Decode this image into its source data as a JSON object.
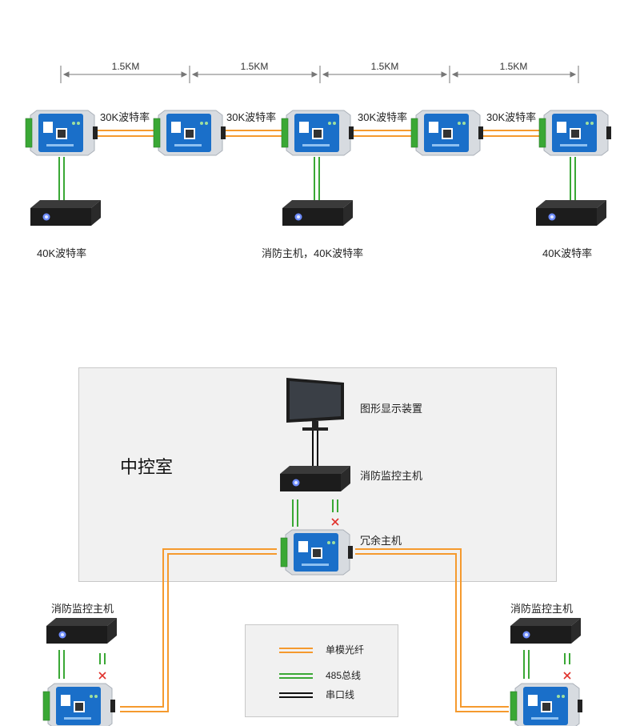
{
  "top": {
    "distances": [
      "1.5KM",
      "1.5KM",
      "1.5KM",
      "1.5KM"
    ],
    "link_rates": [
      "30K波特率",
      "30K波特率",
      "30K波特率",
      "30K波特率"
    ],
    "host_labels": [
      "40K波特率",
      "消防主机，40K波特率",
      "40K波特率"
    ]
  },
  "bottom": {
    "room_title": "中控室",
    "monitor_label": "图形显示装置",
    "center_host_label": "消防监控主机",
    "redundant_label": "冗余主机",
    "left_host_label": "消防监控主机",
    "right_host_label": "消防监控主机",
    "legend": [
      {
        "label": "单模光纤",
        "color": "#f59a2e"
      },
      {
        "label": "485总线",
        "color": "#3aa835"
      },
      {
        "label": "串口线",
        "color": "#111111"
      }
    ]
  }
}
